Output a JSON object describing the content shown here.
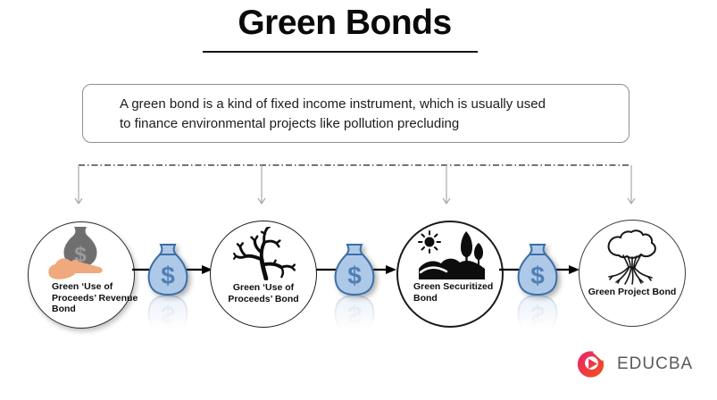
{
  "title": {
    "text": "Green Bonds"
  },
  "intro": {
    "line1": "A green bond is a kind of fixed income instrument, which is usually used",
    "line2": "to finance environmental projects like pollution precluding"
  },
  "nodes": [
    {
      "icon": "moneybag-in-hand-icon",
      "label": "Green ‘Use of Proceeds’ Revenue Bond",
      "lines": [
        "Green ‘Use of",
        "Proceeds’ Revenue",
        "Bond"
      ]
    },
    {
      "icon": "coral-branch-icon",
      "label": "Green ‘Use of Proceeds’ Bond",
      "lines": [
        "Green ‘Use of",
        "Proceeds’ Bond"
      ]
    },
    {
      "icon": "landscape-sun-trees-icon",
      "label": "Green Securitized Bond",
      "lines": [
        "Green Securitized",
        "Bond"
      ]
    },
    {
      "icon": "rooted-tree-icon",
      "label": "Green Project Bond",
      "lines": [
        "Green Project Bond"
      ]
    }
  ],
  "flow": {
    "currency_symbol": "$",
    "bag_icon": "money-bag-dollar-icon"
  },
  "brand": {
    "name": "EDUCBA",
    "logo_icon": "educba-logo-icon"
  },
  "colors": {
    "bag_fill": "#aec9e8",
    "bag_stroke": "#3d6fa8",
    "bag_dollar": "#4f7fb5",
    "hand": "#efa97d",
    "gray_bag": "#6f6f6f",
    "gray_bag_dollar": "#9b9b9b",
    "connector_gray": "#a9a9a9",
    "dash_line": "#222222",
    "brand_gradient_start": "#e8246d",
    "brand_gradient_end": "#f2511b",
    "brand_text": "#58595b"
  }
}
